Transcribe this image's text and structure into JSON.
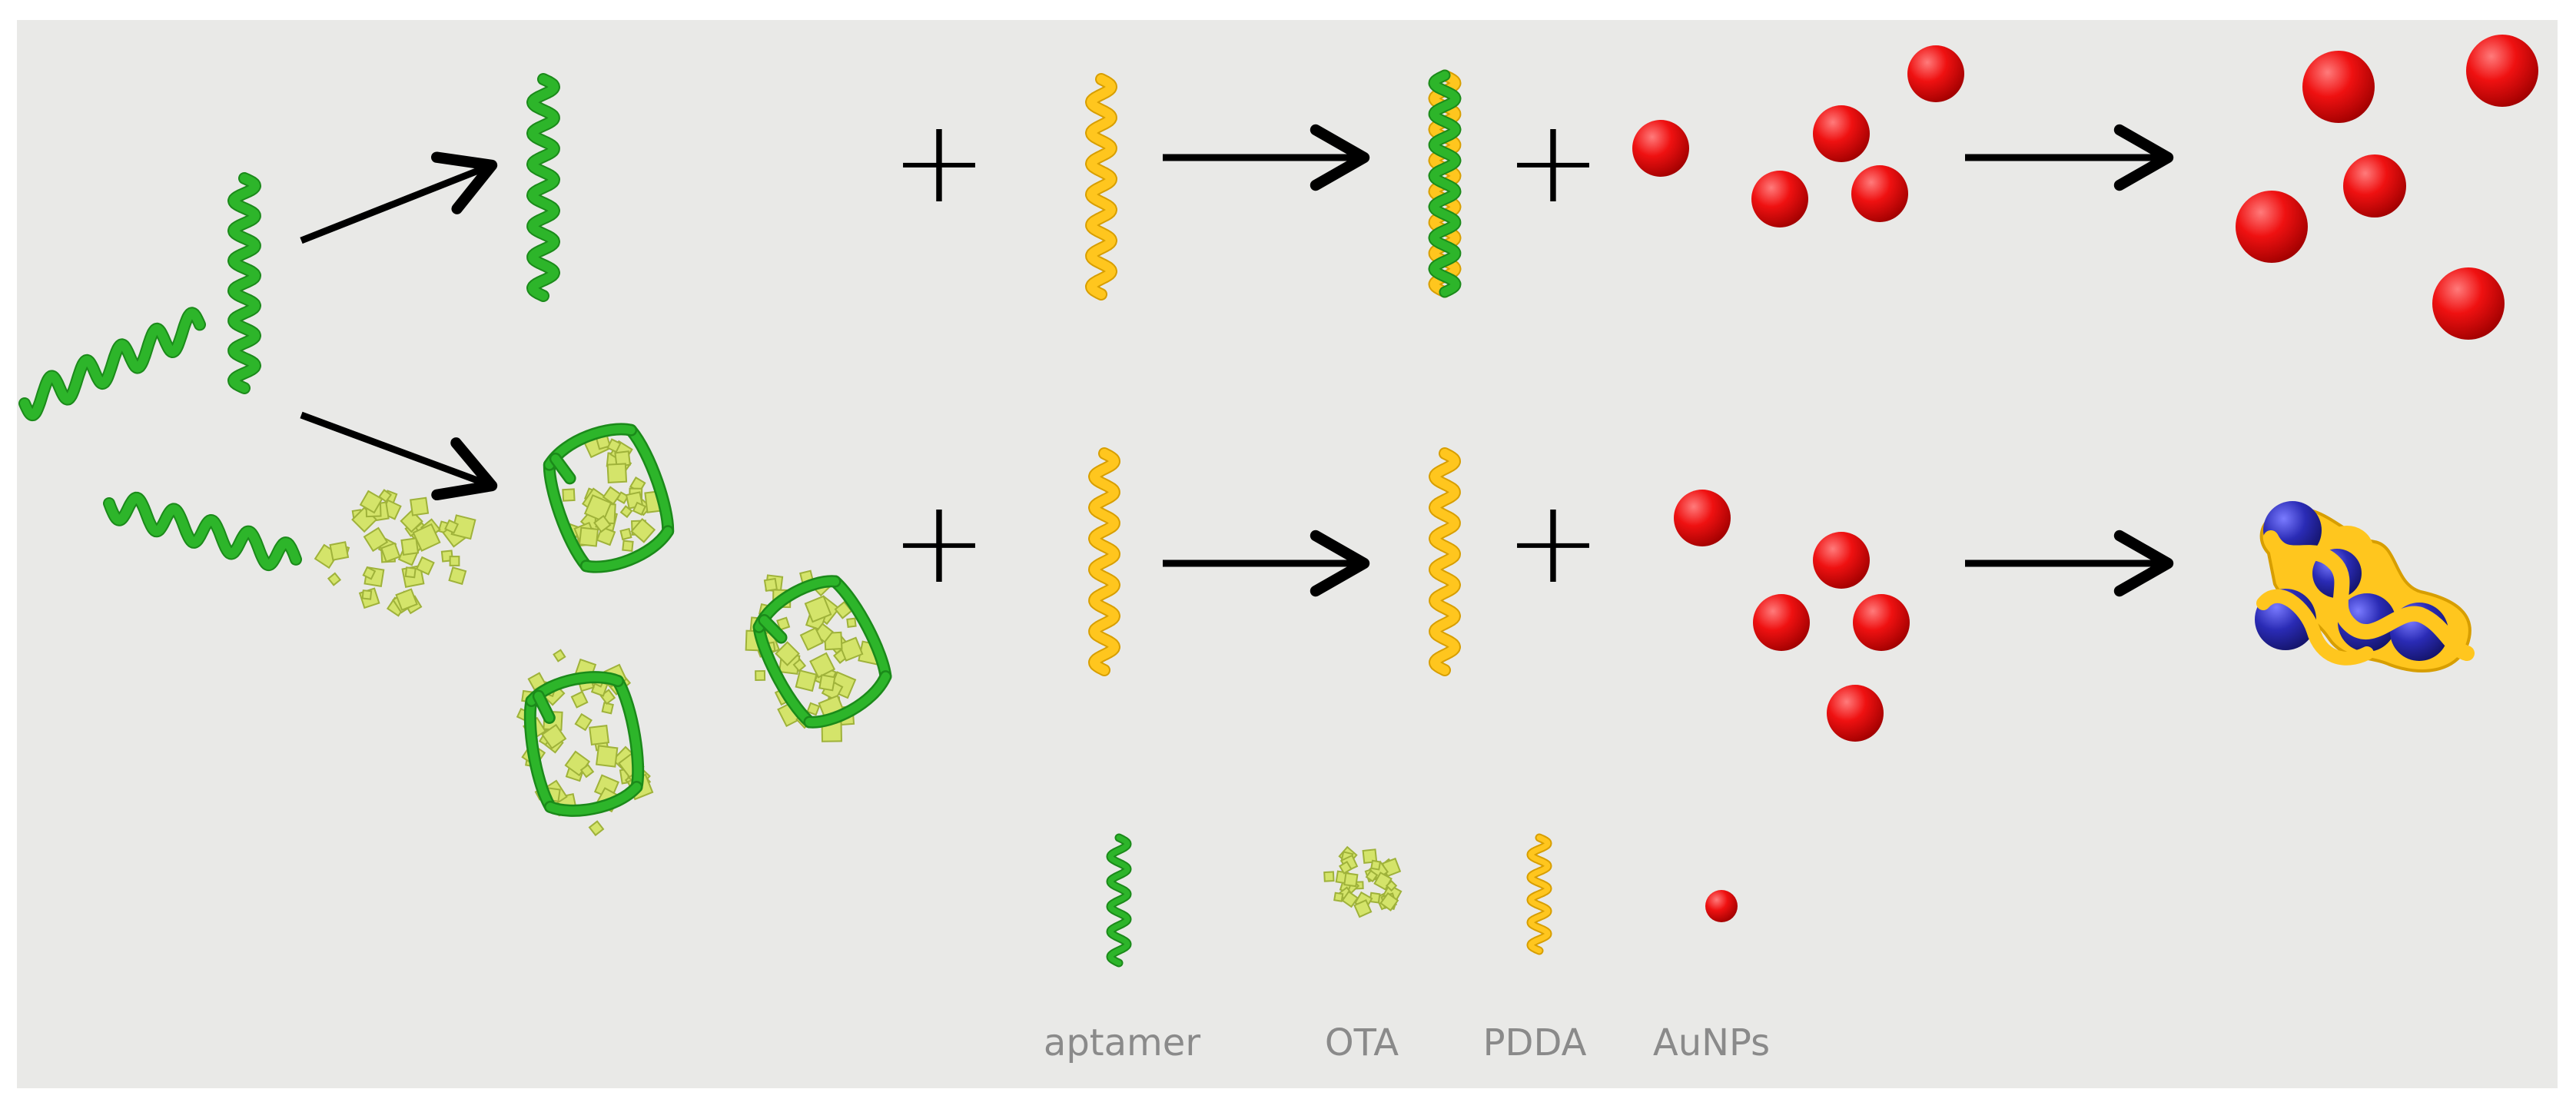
{
  "diagram": {
    "background_color": "#e9e9e7",
    "colors": {
      "aptamer": "#2db52a",
      "aptamer_dark": "#1b8a1a",
      "ota": "#d4e46a",
      "ota_dark": "#9fb23a",
      "pdda": "#ffc61e",
      "pdda_dark": "#d79e00",
      "aunp": "#ef1111",
      "aggregated_aunp": "#2a2bb5",
      "arrow": "#000000"
    },
    "operators": {
      "plus": "+"
    },
    "legend": [
      {
        "icon": "aptamer-icon",
        "label": "aptamer"
      },
      {
        "icon": "ota-icon",
        "label": "OTA"
      },
      {
        "icon": "pdda-icon",
        "label": "PDDA"
      },
      {
        "icon": "aunps-icon",
        "label": "AuNPs"
      }
    ]
  }
}
